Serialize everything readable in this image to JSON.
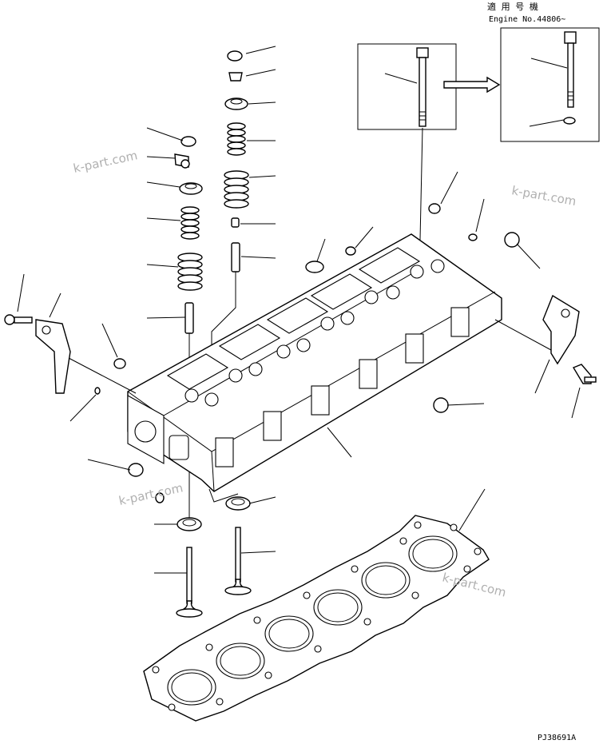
{
  "header": {
    "applicable_label": "適 用 号 機",
    "engine_label": "Engine No.44806~"
  },
  "watermarks": [
    "k-part.com",
    "k-part.com",
    "k-part.com",
    "k-part.com"
  ],
  "footer": {
    "code": "PJ38691A"
  }
}
